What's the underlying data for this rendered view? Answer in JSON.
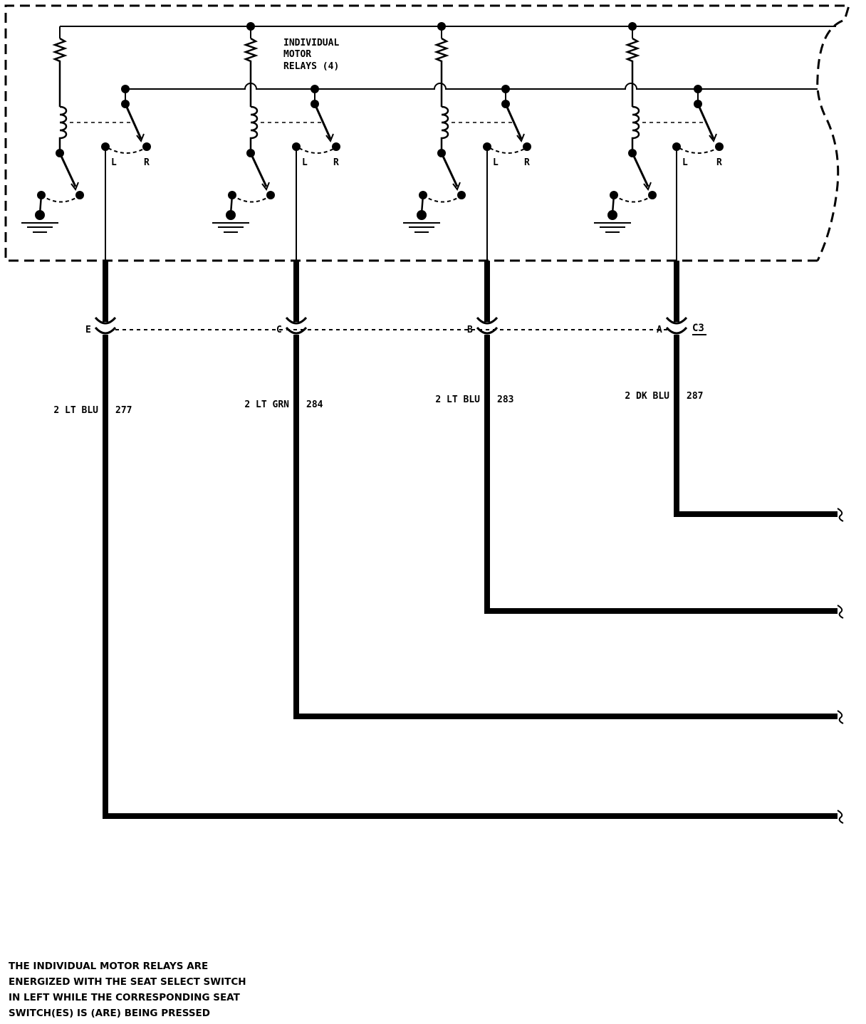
{
  "relay_module": {
    "label_lines": [
      "INDIVIDUAL",
      "MOTOR",
      "RELAYS (4)"
    ]
  },
  "connector": {
    "name": "C3",
    "pins": [
      "E",
      "C",
      "B",
      "A"
    ]
  },
  "relays": [
    {
      "left_label": "L",
      "right_label": "R"
    },
    {
      "left_label": "L",
      "right_label": "R"
    },
    {
      "left_label": "L",
      "right_label": "R"
    },
    {
      "left_label": "L",
      "right_label": "R"
    }
  ],
  "wires": [
    {
      "pin": "E",
      "size_color": "2 LT BLU",
      "circuit": "277"
    },
    {
      "pin": "C",
      "size_color": "2 LT GRN",
      "circuit": "284"
    },
    {
      "pin": "B",
      "size_color": "2 LT BLU",
      "circuit": "283"
    },
    {
      "pin": "A",
      "size_color": "2 DK BLU",
      "circuit": "287"
    }
  ],
  "note_lines": [
    "THE INDIVIDUAL MOTOR RELAYS ARE",
    "ENERGIZED WITH THE SEAT SELECT SWITCH",
    "IN LEFT WHILE THE CORRESPONDING SEAT",
    "SWITCH(ES) IS (ARE) BEING PRESSED"
  ]
}
